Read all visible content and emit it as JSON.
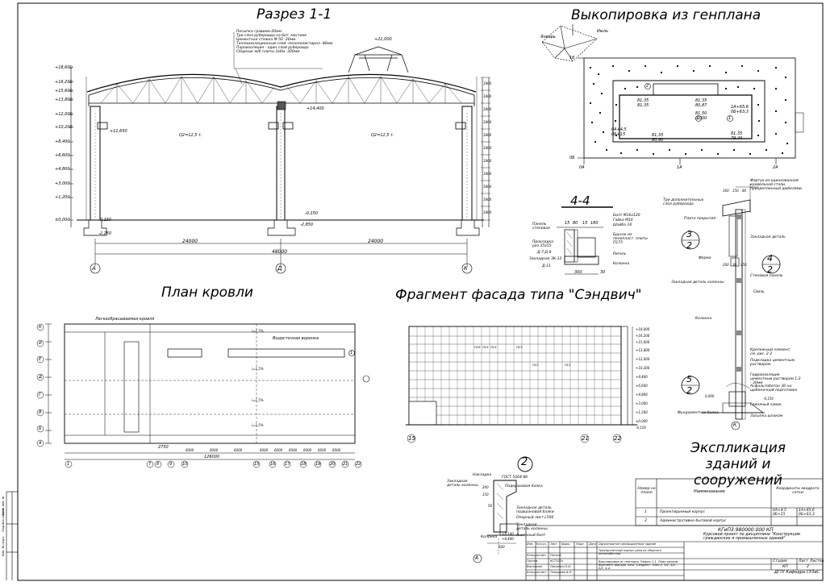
{
  "titles": {
    "section": "Разрез 1-1",
    "genplan": "Выкопировка из генплана",
    "roof_plan": "План кровли",
    "facade": "Фрагмент фасада типа \"Сэндвич\"",
    "detail_44": "4-4",
    "detail_2": "2",
    "explication": "Экспликация зданий и сооружений"
  },
  "section": {
    "spans": [
      "24000",
      "24000"
    ],
    "total": "48000",
    "axes": [
      "А",
      "Д",
      "К"
    ],
    "crane_left": "Q2=12,5 т.",
    "crane_right": "Q2=12,5 т.",
    "top_mark": "+21,000",
    "mark_1": "+14,400",
    "mark_2": "+11,650",
    "mark_neg": "-0,150",
    "mark_neg2": "-2,250",
    "mark_neg3": "-2,850",
    "left_marks": [
      "+18,600",
      "+16,200",
      "+15,600",
      "+13,800",
      "+12,000",
      "+10,200",
      "+8,400",
      "+6,600",
      "+4,800",
      "+3,000",
      "+1,200",
      "±0,000"
    ],
    "right_dims": [
      "1800",
      "1800",
      "1800",
      "1800",
      "1800",
      "1800",
      "1800",
      "1800",
      "1800",
      "1800",
      "1800"
    ],
    "roof_layers": [
      "Посыпка гравием-20мм",
      "Три слоя рубероида на бит. мастике",
      "Цементная стяжка М-50 -20мм",
      "Теплоизоляционный слой -пенополистирол -80мм",
      "Пароизоляция - один слой рубероида",
      "Сборные ж/б плиты 3х6м -300мм"
    ]
  },
  "genplan": {
    "north_label": "Январь",
    "wind_label": "Июль",
    "marks": [
      {
        "t1": "81,35",
        "t2": "81,35"
      },
      {
        "t1": "81,35",
        "t2": "80,87"
      },
      {
        "t1": "81,50",
        "t2": "0,000"
      },
      {
        "t1": "81,35",
        "t2": "79,40"
      },
      {
        "t1": "81,35",
        "t2": "80,90"
      }
    ],
    "coord_a": "0А+4,5",
    "coord_a2": "0Б+15",
    "coord_b": "1А+65,6",
    "coord_b2": "0Б+63,3",
    "grid_bottom": [
      "0А",
      "1А",
      "2А"
    ],
    "grid_left": [
      "1Б",
      "0Б"
    ],
    "num_1": "1",
    "num_2": "2"
  },
  "roof_plan": {
    "label_roof": "Легкосбрасываемая кровля",
    "label_funnel": "Водосточная воронка",
    "slope_1": "i=1,5%",
    "rows": [
      "К",
      "И",
      "Е",
      "Д",
      "Г",
      "В",
      "Б",
      "А"
    ],
    "cols": [
      "1",
      "7",
      "8",
      "9",
      "10",
      "15",
      "16",
      "17",
      "18",
      "19",
      "20",
      "21",
      "22"
    ],
    "dims": [
      "6000",
      "6000",
      "6000",
      "6000",
      "6000",
      "6000",
      "6000",
      "6000",
      "6000"
    ],
    "total": "126000",
    "dim_small": "2750",
    "marker": "1"
  },
  "facade": {
    "axes": [
      "15",
      "21",
      "22"
    ],
    "marks": [
      "+18,000",
      "+16,200",
      "+15,600",
      "+13,800",
      "+12,000",
      "+10,200",
      "+8,400",
      "+6,600",
      "+4,800",
      "+3,000",
      "+1,200",
      "±0,000",
      "-0,150"
    ],
    "panel_codes": [
      "ПС6",
      "ПС5",
      "ПС4",
      "ПС3",
      "ПС2",
      "ПС1"
    ]
  },
  "detail_44": {
    "dims_top": [
      "15",
      "80",
      "15",
      "180"
    ],
    "dims_bottom": [
      "300",
      "30"
    ],
    "labels": [
      "Панель стеновая",
      "Прокладка рез.35х55",
      "Д-7,Д-8",
      "Закладная ЗК-12",
      "Д-11"
    ],
    "labels_right": [
      "Болт М16х120",
      "Гайка М16",
      "Шайба 16",
      "Брусок из пенопласт. плиты П175",
      "Ригель",
      "Колонна"
    ]
  },
  "detail_2": {
    "gost": "ГОСТ 5264-80",
    "labels": [
      "Накладка",
      "Закладная деталь колонны",
      "Подкрановая балка",
      "Закладная деталь подкрановой балки",
      "Опорный лист L500",
      "Закладная деталь колонны",
      "Анкерный болт",
      "Колонна"
    ],
    "dims": [
      "200",
      "150",
      "50",
      "+8,100",
      "+8,400",
      "600"
    ],
    "axis": "А"
  },
  "wall_section": {
    "labels": [
      "Фартук из оцинкованной кровельной стали, прикрепленный дюбелями",
      "Три дополнительных слоя рубероида",
      "Плита покрытия",
      "Закладная деталь",
      "Ферма",
      "Закладная деталь колонны",
      "Стеновая панель",
      "Связь",
      "Колонна",
      "Крепежный элемент, см. рис. 2-2",
      "Подкладка цементным раствором",
      "Гидроизоляция цементным раствором 1:2 - 30мм",
      "Асфальтобетон 30 на щебеночной подготовке",
      "Глиняный замок",
      "Фундаментная балка",
      "Засыпка шлаком"
    ],
    "dims_top": [
      "160",
      "150",
      "80"
    ],
    "dims_mid": [
      "200",
      "30",
      "250"
    ],
    "marks": [
      "0,000",
      "-0,150"
    ],
    "callout_top": {
      "num": "3",
      "den": "2"
    },
    "callout_mid": {
      "num": "4",
      "den": "2"
    },
    "callout_bot": {
      "num": "5",
      "den": "2"
    },
    "axis": "К"
  },
  "explication": {
    "headers": [
      "Номер на плане",
      "Наименование",
      "Координаты квадрата сетки"
    ],
    "rows": [
      {
        "num": "1",
        "name": "Проектируемый корпус",
        "c1": "0А+4,5 0Б+15",
        "c2": "1А+65,6 0Б+63,3"
      },
      {
        "num": "2",
        "name": "Административно-бытовой корпус",
        "c1": "",
        "c2": ""
      }
    ]
  },
  "stamp": {
    "code": "КГиП3.980000.000 КП",
    "title1": "Курсовой проект по дисциплине \"Конструкции гражданских и промышленных зданий\"",
    "sheet_title": "Одноэтажное промышленное здание",
    "sheet_desc": "Трехпролетный корпус цеха из сборного железобетона",
    "drawing_desc": "Выкопировка из генплана. Разрез 1-1. План кровли. Фрагмент фасада типа \"Сэндвич\". Узел 2, 3/2, 4/2, 5/2, 4-4.",
    "stage_hdr": "Стадия",
    "sheet_hdr": "Лист",
    "sheets_hdr": "Листов",
    "stage": "КП",
    "sheet": "2",
    "org": "ДГТУ Кафедра СУЗиС",
    "col_hdr": [
      "Изм.",
      "Кол.уч.",
      "Лист",
      "№док.",
      "Подп.",
      "Дата"
    ],
    "roles": [
      {
        "role": "Консультант",
        "name": "Пятков",
        "grp": ""
      },
      {
        "role": "Группа",
        "name": "КСТ322з",
        "grp": ""
      },
      {
        "role": "Выполнил",
        "name": "Ласкевич Е.И.",
        "grp": ""
      },
      {
        "role": "Консультант",
        "name": "Лопырева А.П.",
        "grp": ""
      }
    ]
  },
  "side_labels": [
    "Инв. № подл.",
    "Подпись и дата",
    "Взам. инв. №"
  ]
}
